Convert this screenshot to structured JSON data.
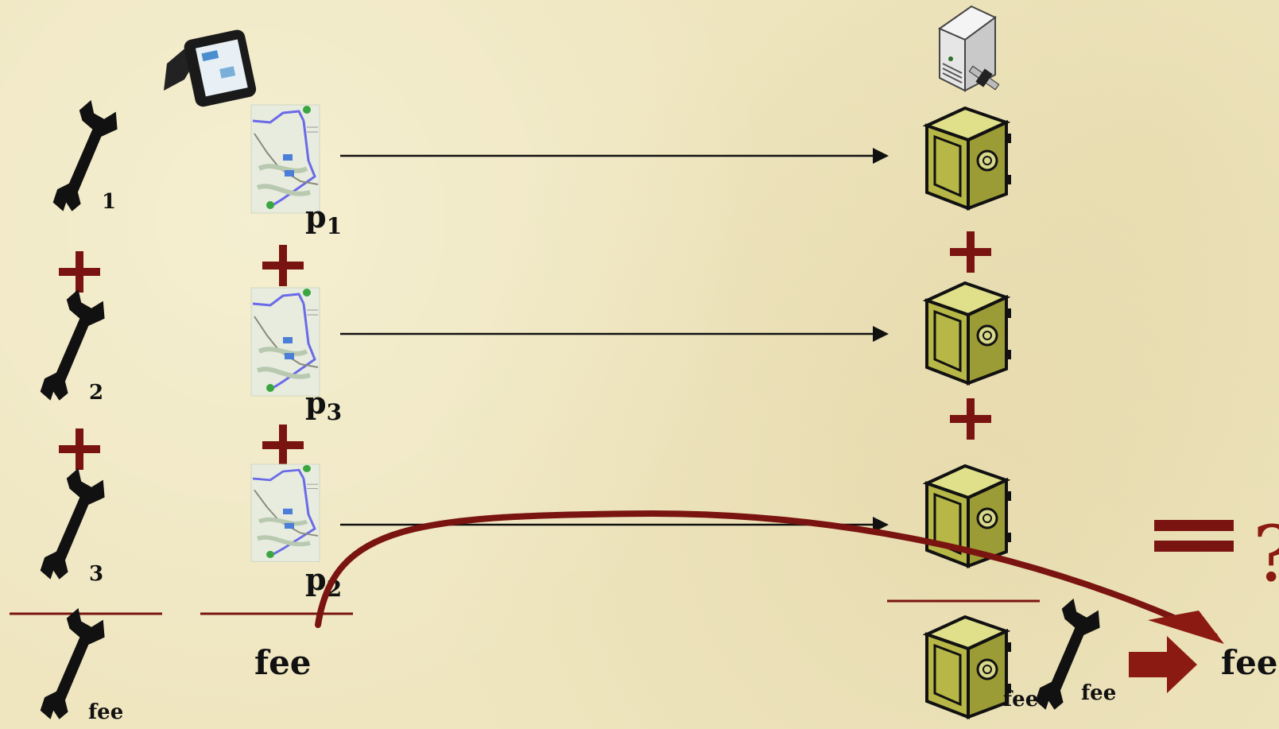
{
  "column_sums": {
    "left": {
      "addends": [
        "1",
        "2",
        "3"
      ],
      "result": "fee"
    },
    "middle": {
      "addends": [
        "p1",
        "p3",
        "p2"
      ],
      "result": "fee"
    },
    "right": {
      "result_labels": [
        "fee",
        "fee"
      ]
    }
  },
  "operators": {
    "plus": "+",
    "equals": "=",
    "question": "?"
  },
  "colors": {
    "accent": "#7a1410",
    "background": "#efe6c0",
    "safe": "#b4b446",
    "arrow": "#111111"
  },
  "icons": [
    "gps-device-icon",
    "server-satellite-icon",
    "wrench-icon",
    "map-icon",
    "safe-icon",
    "right-arrow-icon"
  ]
}
